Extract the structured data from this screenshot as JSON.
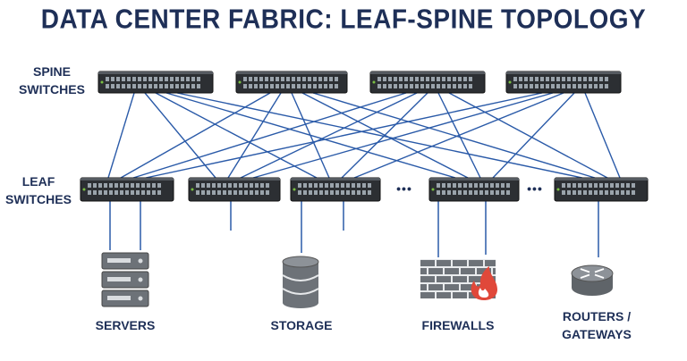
{
  "title": "DATA CENTER FABRIC: LEAF-SPINE TOPOLOGY",
  "layers": {
    "spine": {
      "line1": "SPINE",
      "line2": "SWITCHES",
      "count": 4
    },
    "leaf": {
      "line1": "LEAF",
      "line2": "SWITCHES",
      "count": 5
    }
  },
  "ellipsis": [
    "•••",
    "•••"
  ],
  "endpoints": [
    {
      "icon": "server-rack-icon",
      "label_line1": "SERVERS",
      "label_line2": ""
    },
    {
      "icon": "database-icon",
      "label_line1": "STORAGE",
      "label_line2": ""
    },
    {
      "icon": "firewall-icon",
      "label_line1": "FIREWALLS",
      "label_line2": ""
    },
    {
      "icon": "router-icon",
      "label_line1": "ROUTERS /",
      "label_line2": "GATEWAYS"
    }
  ],
  "colors": {
    "title": "#1e2f57",
    "link": "#2a5aa8",
    "switch_body": "#2c2f33",
    "port": "#9aa3ab",
    "icon": "#6d7278",
    "flame": "#e0483a"
  }
}
